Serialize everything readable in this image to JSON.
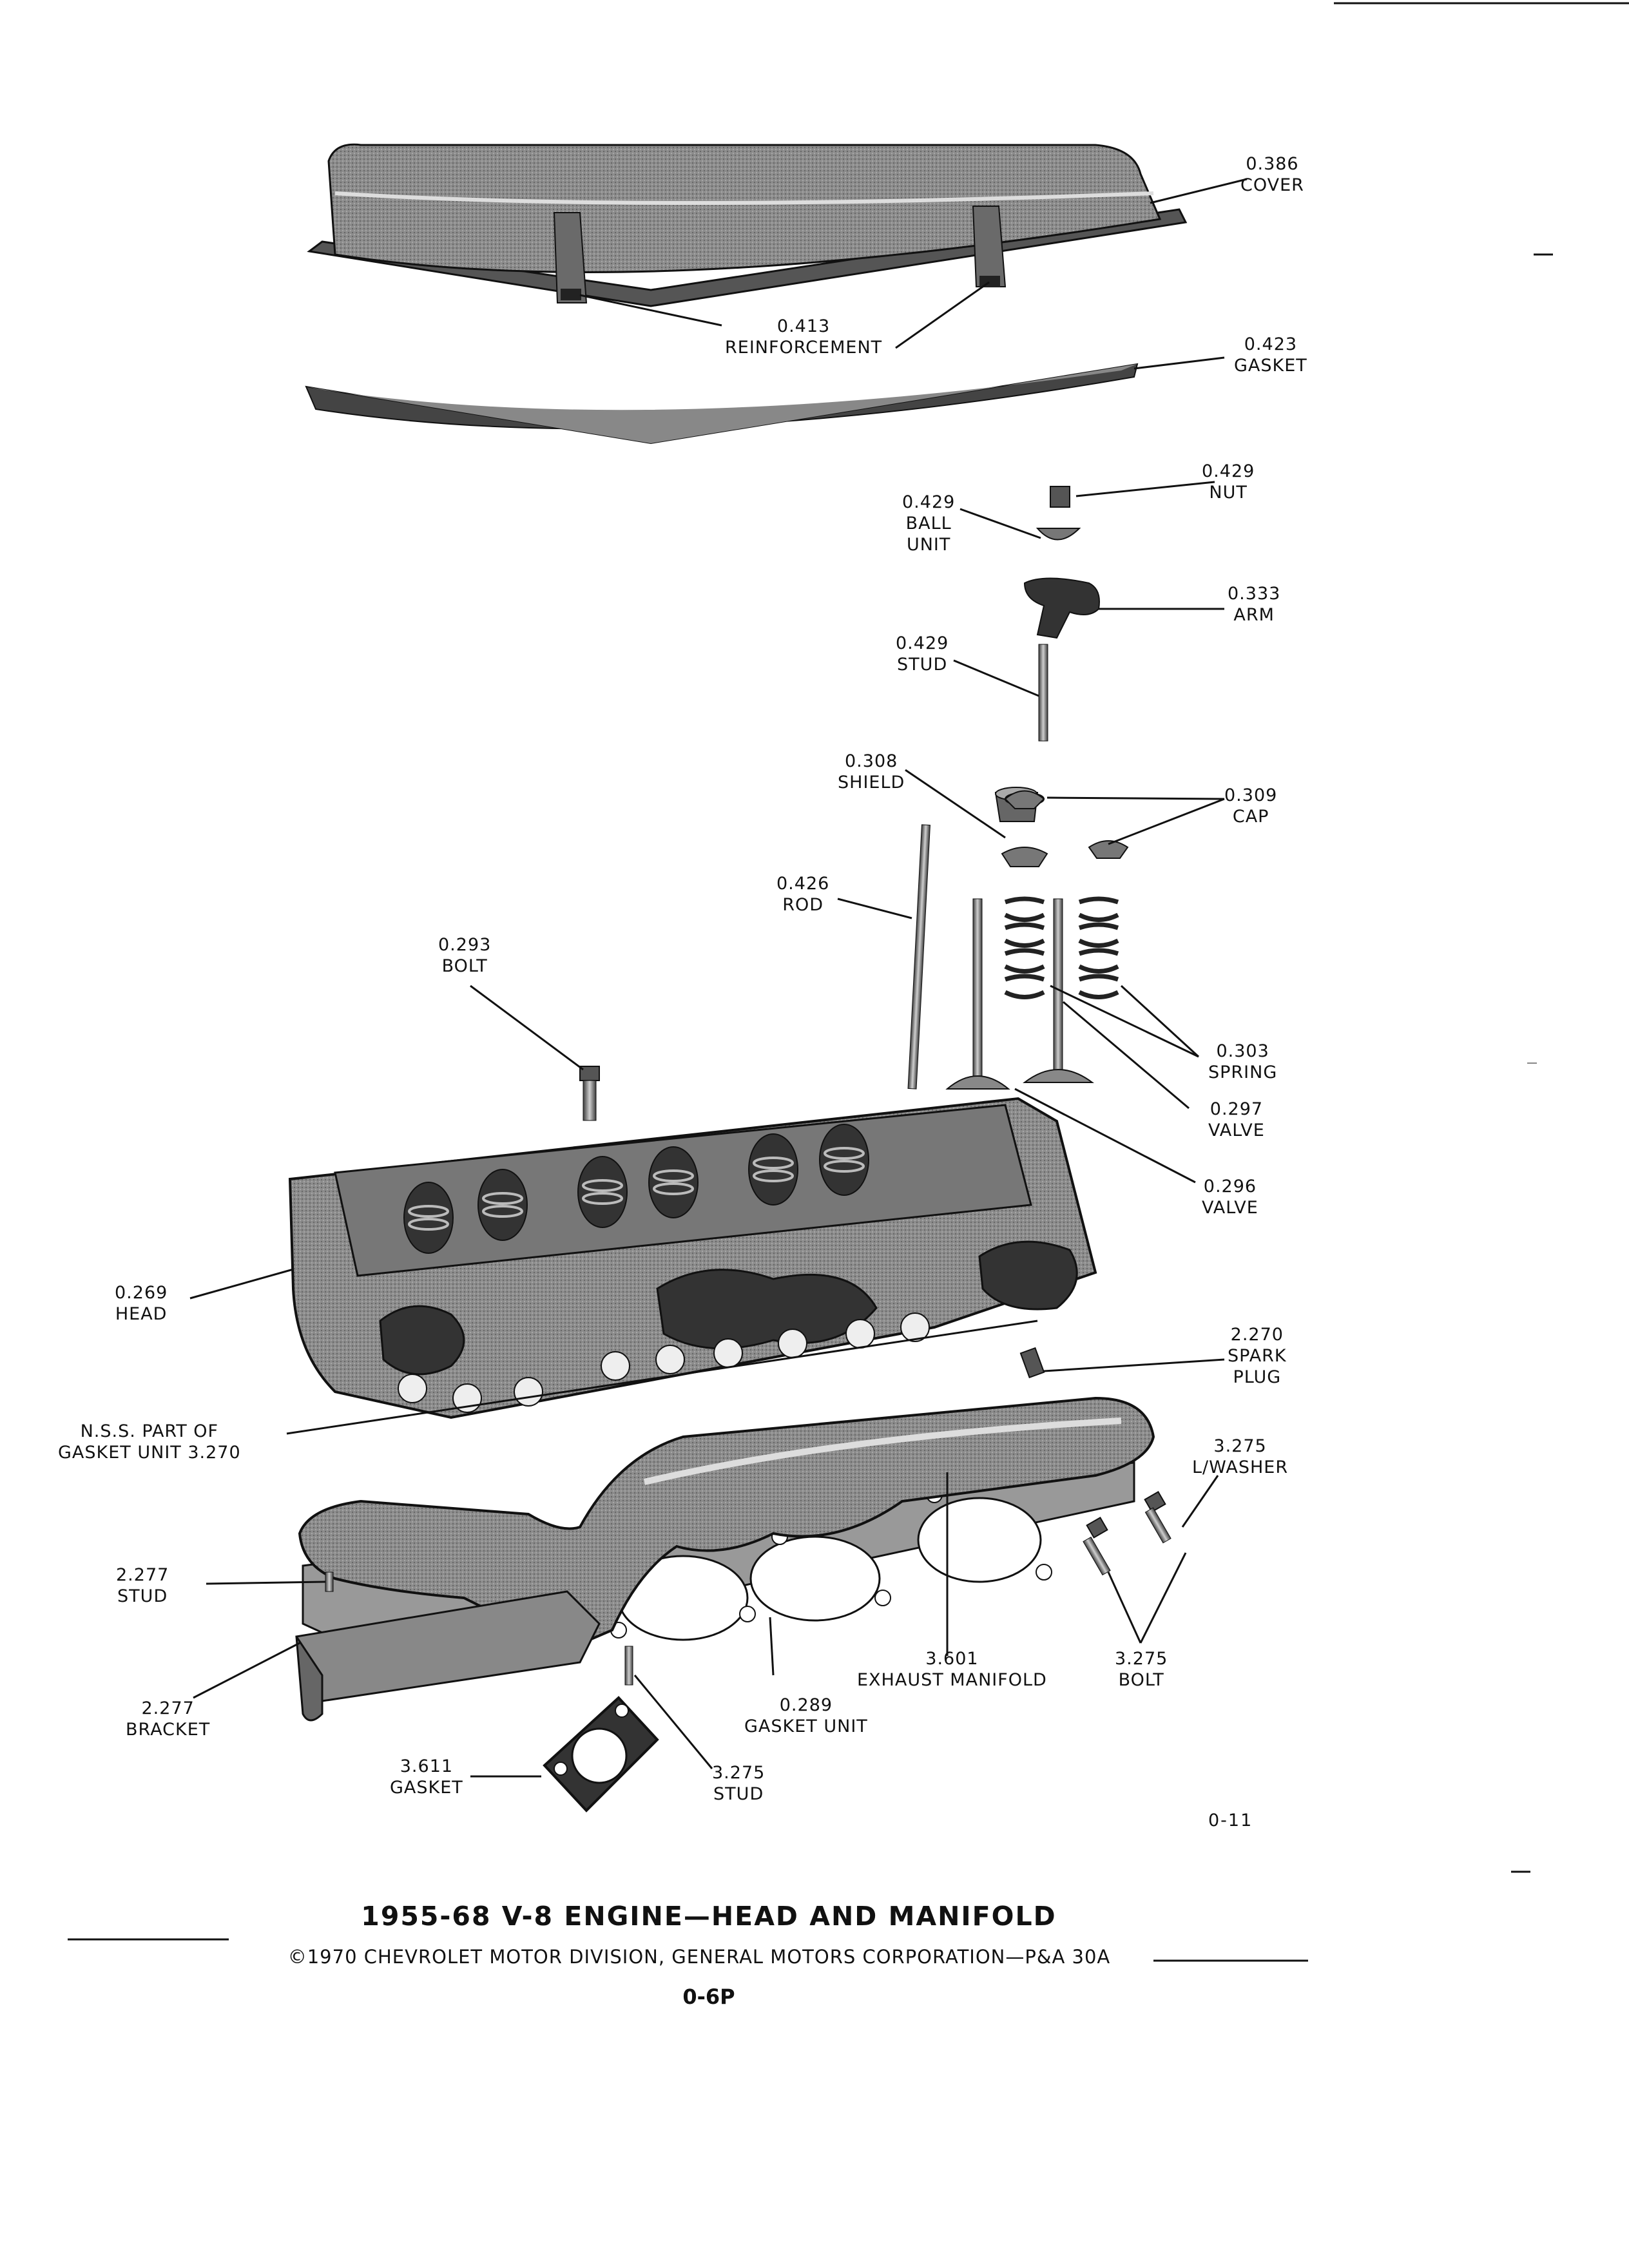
{
  "labels": {
    "cover": {
      "pn": "0.386",
      "nm": "COVER"
    },
    "reinforcement": {
      "pn": "0.413",
      "nm": "REINFORCEMENT"
    },
    "gasket_cover": {
      "pn": "0.423",
      "nm": "GASKET"
    },
    "nut": {
      "pn": "0.429",
      "nm": "NUT"
    },
    "ball_unit": {
      "pn": "0.429",
      "nm1": "BALL",
      "nm2": "UNIT"
    },
    "arm": {
      "pn": "0.333",
      "nm": "ARM"
    },
    "stud_rocker": {
      "pn": "0.429",
      "nm": "STUD"
    },
    "shield": {
      "pn": "0.308",
      "nm": "SHIELD"
    },
    "cap": {
      "pn": "0.309",
      "nm": "CAP"
    },
    "rod": {
      "pn": "0.426",
      "nm": "ROD"
    },
    "bolt_head": {
      "pn": "0.293",
      "nm": "BOLT"
    },
    "spring": {
      "pn": "0.303",
      "nm": "SPRING"
    },
    "valve_297": {
      "pn": "0.297",
      "nm": "VALVE"
    },
    "valve_296": {
      "pn": "0.296",
      "nm": "VALVE"
    },
    "head": {
      "pn": "0.269",
      "nm": "HEAD"
    },
    "spark_plug": {
      "pn": "2.270",
      "nm1": "SPARK",
      "nm2": "PLUG"
    },
    "nss": {
      "line1": "N.S.S. PART OF",
      "line2": "GASKET UNIT 3.270"
    },
    "l_washer": {
      "pn": "3.275",
      "nm": "L/WASHER"
    },
    "stud_227": {
      "pn": "2.277",
      "nm": "STUD"
    },
    "bracket": {
      "pn": "2.277",
      "nm": "BRACKET"
    },
    "exhaust_manifold": {
      "pn": "3.601",
      "nm": "EXHAUST MANIFOLD"
    },
    "bolt_manifold": {
      "pn": "3.275",
      "nm": "BOLT"
    },
    "gasket_unit": {
      "pn": "0.289",
      "nm": "GASKET UNIT"
    },
    "gasket_611": {
      "pn": "3.611",
      "nm": "GASKET"
    },
    "stud_275": {
      "pn": "3.275",
      "nm": "STUD"
    }
  },
  "figure_number": "0-11",
  "title": "1955-68 V-8 ENGINE—HEAD AND MANIFOLD",
  "copyright": "©1970 CHEVROLET MOTOR DIVISION, GENERAL MOTORS CORPORATION—P&A 30A",
  "page_number": "0-6P"
}
